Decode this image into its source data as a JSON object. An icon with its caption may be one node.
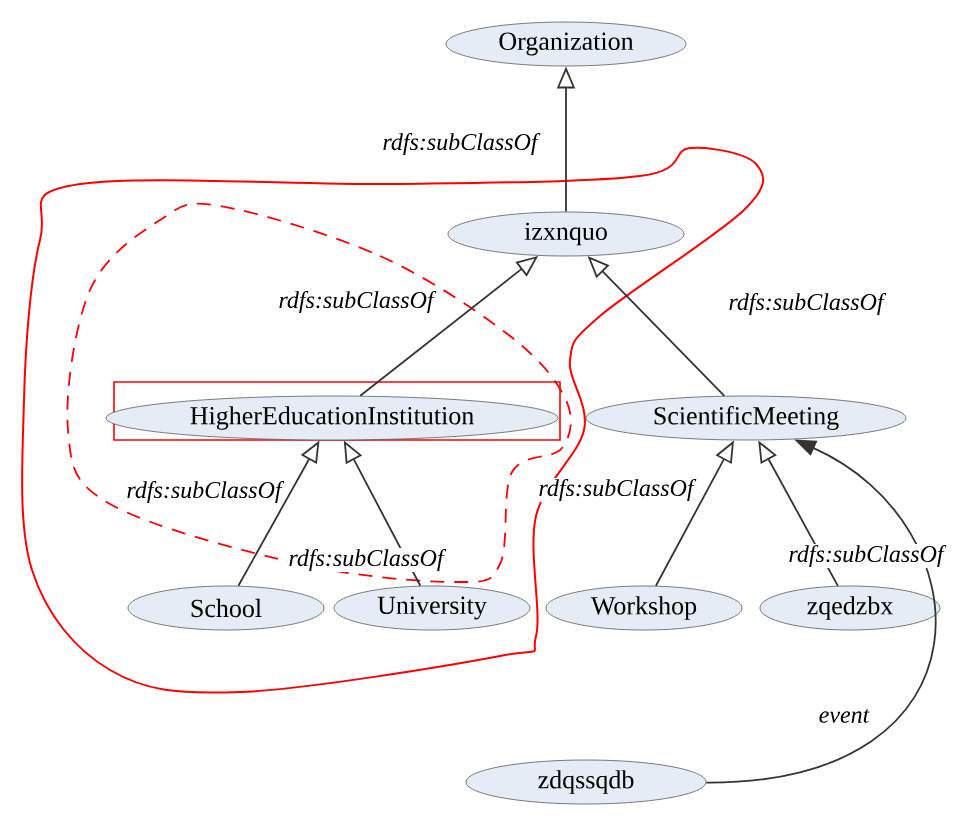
{
  "diagram": {
    "nodes": [
      {
        "text": [
          "Organization"
        ]
      },
      {
        "text": [
          "izxnquo"
        ]
      },
      {
        "text": [
          "HigherEducationInstitution"
        ]
      },
      {
        "text": [
          "ScientificMeeting"
        ]
      },
      {
        "text": [
          "School"
        ]
      },
      {
        "text": [
          "University"
        ]
      },
      {
        "text": [
          "Workshop"
        ]
      },
      {
        "text": [
          "zqedzbx"
        ]
      },
      {
        "text": [
          "zdqssqdb"
        ]
      }
    ],
    "edges": [
      {
        "from": 1,
        "to": 0,
        "arrow": "to",
        "label": "rdfs:subClassOf"
      },
      {
        "from": 2,
        "to": 1,
        "arrow": "to",
        "label": "rdfs:subClassOf"
      },
      {
        "from": 3,
        "to": 1,
        "arrow": "to",
        "label": "rdfs:subClassOf"
      },
      {
        "from": 4,
        "to": 2,
        "arrow": "to",
        "label": "rdfs:subClassOf"
      },
      {
        "from": 5,
        "to": 2,
        "arrow": "to",
        "label": "rdfs:subClassOf"
      },
      {
        "from": 6,
        "to": 3,
        "arrow": "to",
        "label": "rdfs:subClassOf"
      },
      {
        "from": 7,
        "to": 3,
        "arrow": "to",
        "label": "rdfs:subClassOf"
      },
      {
        "from": 8,
        "to": 3,
        "arrow": "to",
        "label": "event"
      }
    ]
  }
}
